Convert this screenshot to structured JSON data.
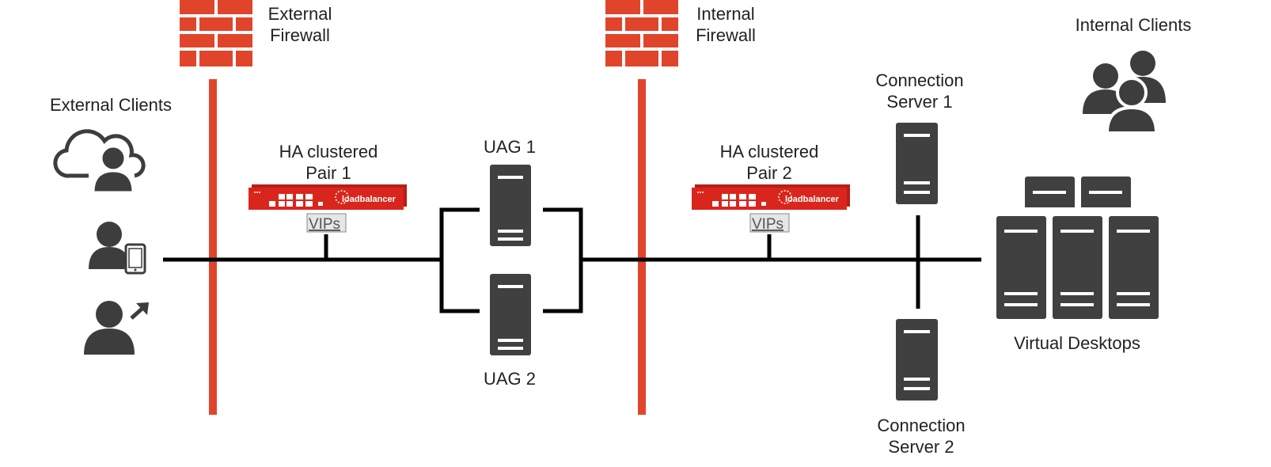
{
  "labels": {
    "external_clients": "External Clients",
    "external_firewall": [
      "External",
      "Firewall"
    ],
    "internal_firewall": [
      "Internal",
      "Firewall"
    ],
    "internal_clients": "Internal Clients",
    "ha_pair_1": [
      "HA clustered",
      "Pair 1"
    ],
    "ha_pair_2": [
      "HA clustered",
      "Pair 2"
    ],
    "uag_1": "UAG 1",
    "uag_2": "UAG 2",
    "connection_server_1": [
      "Connection",
      "Server 1"
    ],
    "connection_server_2": [
      "Connection",
      "Server 2"
    ],
    "virtual_desktops": "Virtual Desktops",
    "vips_1": "VIPs",
    "vips_2": "VIPs",
    "appliance_brand_1": "loadbalancer",
    "appliance_brand_2": "loadbalancer"
  },
  "colors": {
    "firewall_red": "#e0452b",
    "appliance_red": "#d9261c",
    "server_gray": "#404040",
    "person_gray": "#3d3d3d",
    "line_black": "#000000"
  },
  "icons": [
    "firewall-brick-icon",
    "cloud-user-icon",
    "mobile-user-icon",
    "remote-user-icon",
    "user-group-icon",
    "server-icon",
    "load-balancer-appliance-icon"
  ]
}
